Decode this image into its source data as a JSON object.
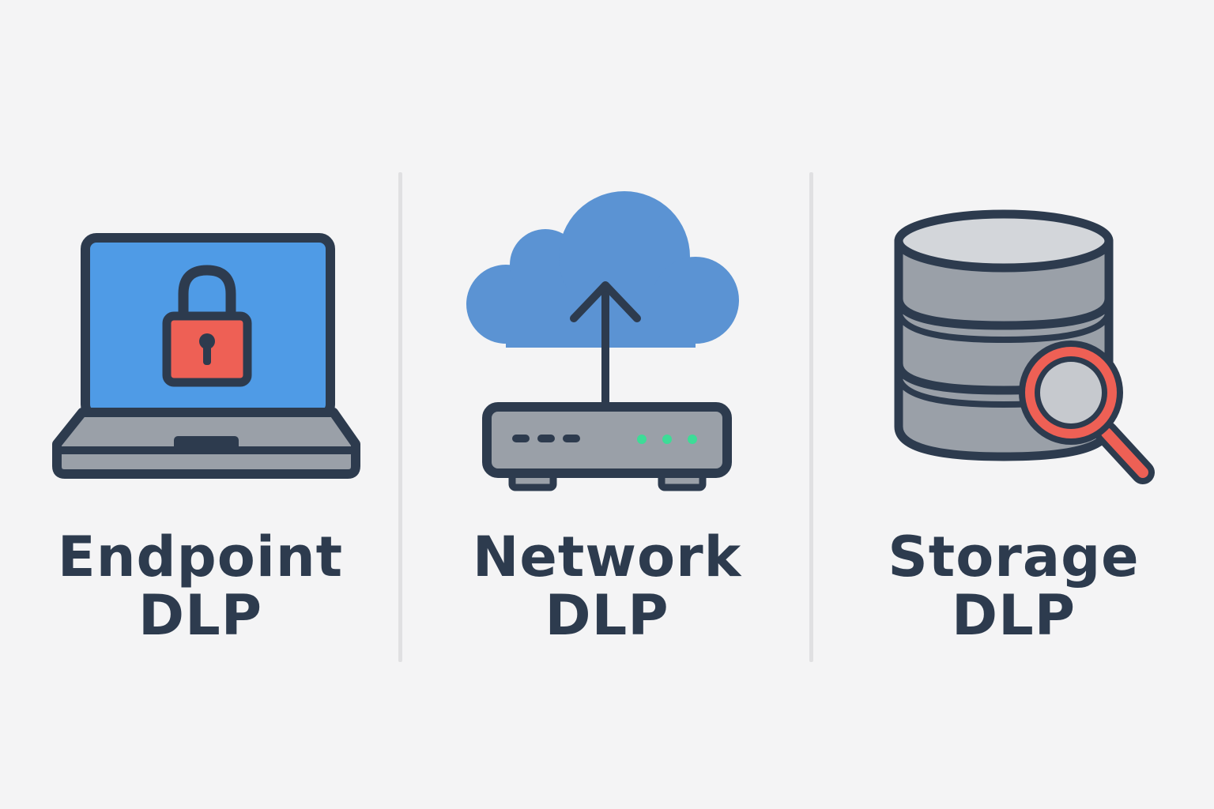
{
  "colors": {
    "background": "#f4f4f5",
    "outline": "#2d3b4e",
    "screen_blue": "#4f9be6",
    "cloud_blue": "#5b93d3",
    "lock_red": "#ee6055",
    "device_gray": "#9aa0a8",
    "db_light": "#d3d6da",
    "led_green": "#3ddc97"
  },
  "panels": [
    {
      "icon": "laptop-lock-icon",
      "title_line1": "Endpoint",
      "title_line2": "DLP"
    },
    {
      "icon": "cloud-upload-router-icon",
      "title_line1": "Network",
      "title_line2": "DLP"
    },
    {
      "icon": "database-search-icon",
      "title_line1": "Storage",
      "title_line2": "DLP"
    }
  ]
}
